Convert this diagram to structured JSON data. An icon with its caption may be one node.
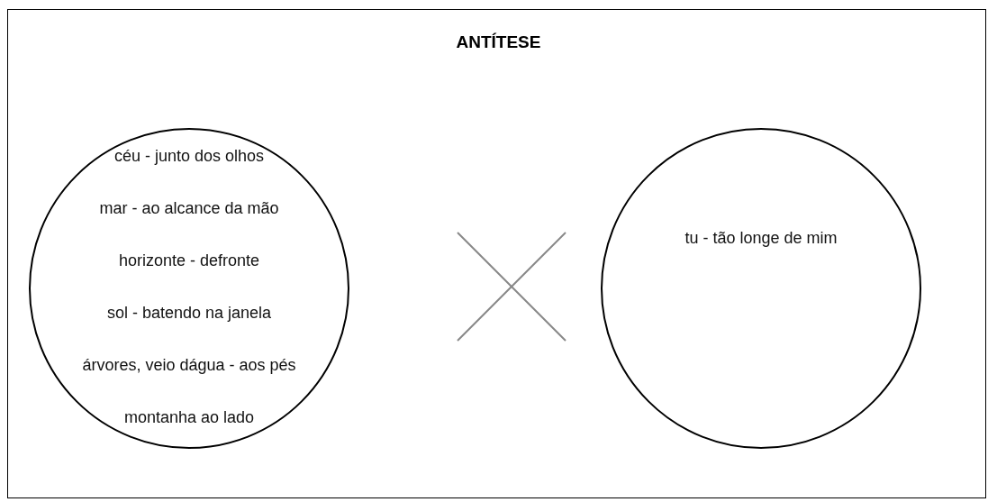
{
  "diagram": {
    "title": "ANTÍTESE",
    "nodes": [
      {
        "text": [
          "céu - junto dos olhos",
          "mar - ao alcance da mão",
          "horizonte - defronte",
          "sol - batendo na janela",
          "árvores, veio dágua - aos pés",
          "montanha ao lado"
        ]
      },
      {
        "text": [
          "tu - tão longe de mim"
        ]
      }
    ]
  }
}
